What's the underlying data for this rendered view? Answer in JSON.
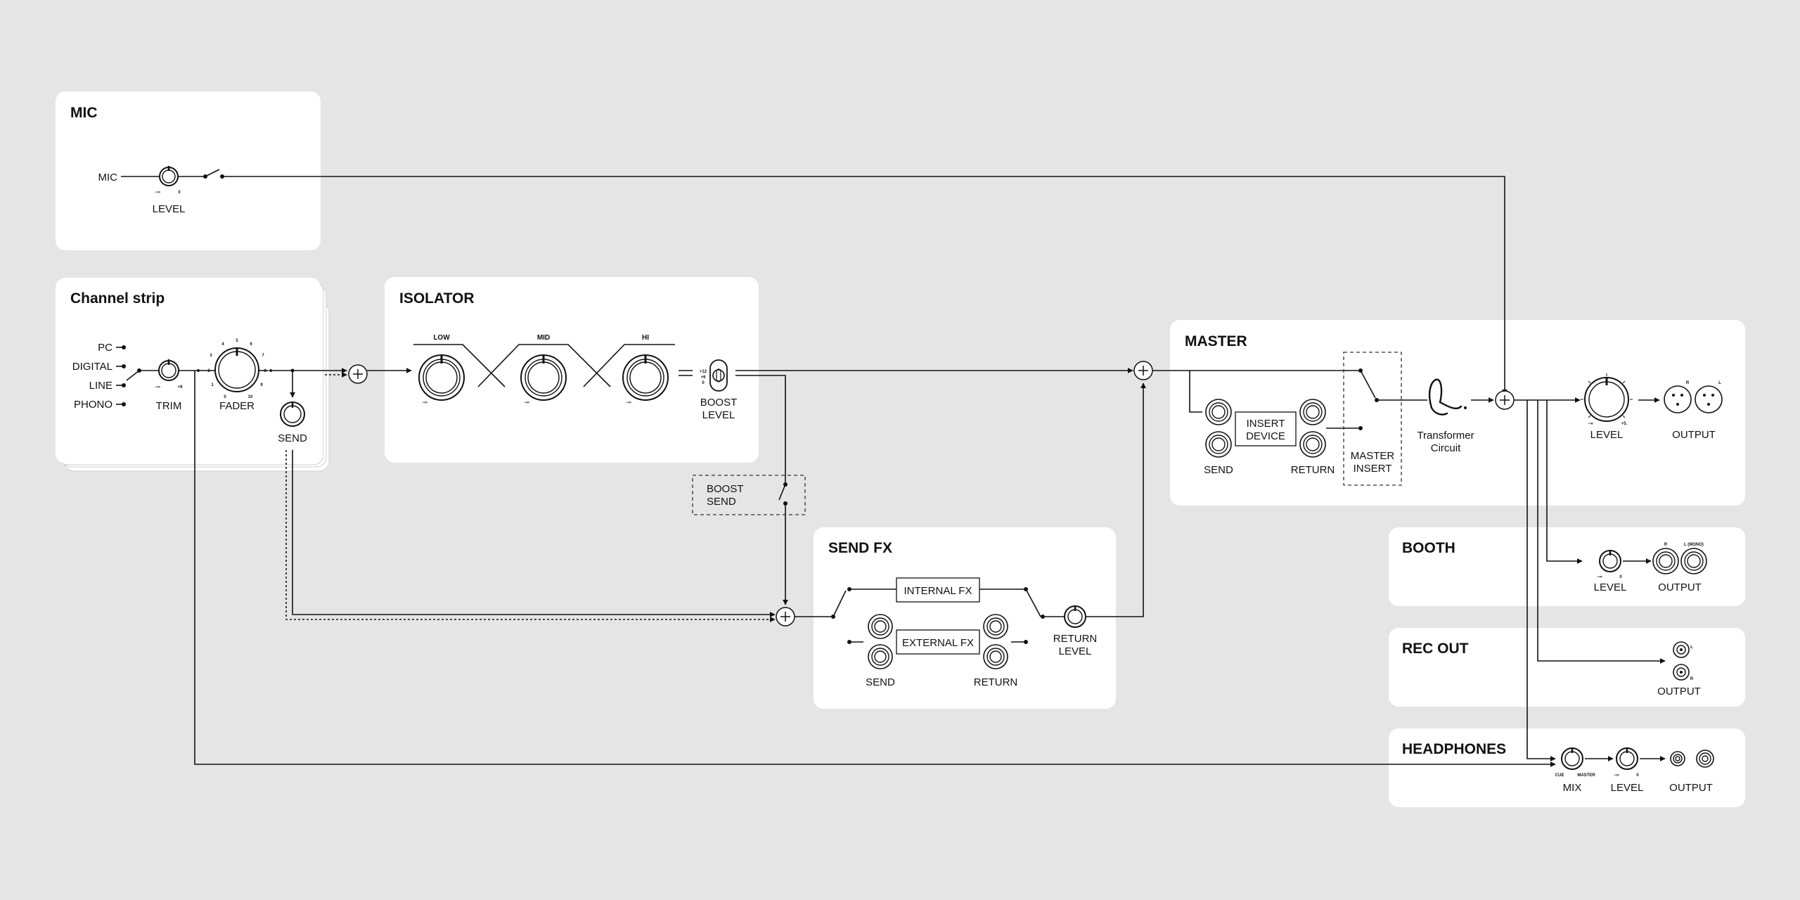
{
  "sections": {
    "mic": "MIC",
    "channel_strip": "Channel strip",
    "isolator": "ISOLATOR",
    "master": "MASTER",
    "send_fx": "SEND FX",
    "booth": "BOOTH",
    "rec_out": "REC OUT",
    "headphones": "HEADPHONES"
  },
  "mic": {
    "input": "MIC",
    "level": "LEVEL",
    "knob_min": "−∞",
    "knob_max": "0"
  },
  "channel": {
    "inputs": [
      "PC",
      "DIGITAL",
      "LINE",
      "PHONO"
    ],
    "trim": "TRIM",
    "trim_min": "−∞",
    "trim_max": "+9",
    "fader": "FADER",
    "fader_scale": [
      "0",
      "1",
      "2",
      "3",
      "4",
      "5",
      "6",
      "7",
      "8",
      "9",
      "10"
    ],
    "send": "SEND"
  },
  "isolator": {
    "bands": [
      "LOW",
      "MID",
      "HI"
    ],
    "band_min": "−∞",
    "boost_label_1": "BOOST",
    "boost_label_2": "LEVEL",
    "boost_scale": [
      "+12",
      "+6",
      "0"
    ]
  },
  "boost_send": {
    "line1": "BOOST",
    "line2": "SEND"
  },
  "send_fx": {
    "internal": "INTERNAL FX",
    "external": "EXTERNAL FX",
    "send": "SEND",
    "return": "RETURN",
    "return_level_1": "RETURN",
    "return_level_2": "LEVEL"
  },
  "master": {
    "insert_device_1": "INSERT",
    "insert_device_2": "DEVICE",
    "send": "SEND",
    "return": "RETURN",
    "master_insert_1": "MASTER",
    "master_insert_2": "INSERT",
    "transformer_1": "Transformer",
    "transformer_2": "Circuit",
    "level": "LEVEL",
    "level_min": "−∞",
    "level_max": "+5.",
    "output": "OUTPUT",
    "out_r": "R",
    "out_l": "L"
  },
  "booth": {
    "level": "LEVEL",
    "level_min": "−∞",
    "level_max": "0",
    "output": "OUTPUT",
    "out_r": "R",
    "out_l": "L (MONO)"
  },
  "rec_out": {
    "output": "OUTPUT",
    "out_l": "L",
    "out_r": "R"
  },
  "headphones": {
    "mix": "MIX",
    "mix_min": "CUE",
    "mix_max": "MASTER",
    "level": "LEVEL",
    "level_min": "−∞",
    "level_max": "0",
    "output": "OUTPUT"
  }
}
